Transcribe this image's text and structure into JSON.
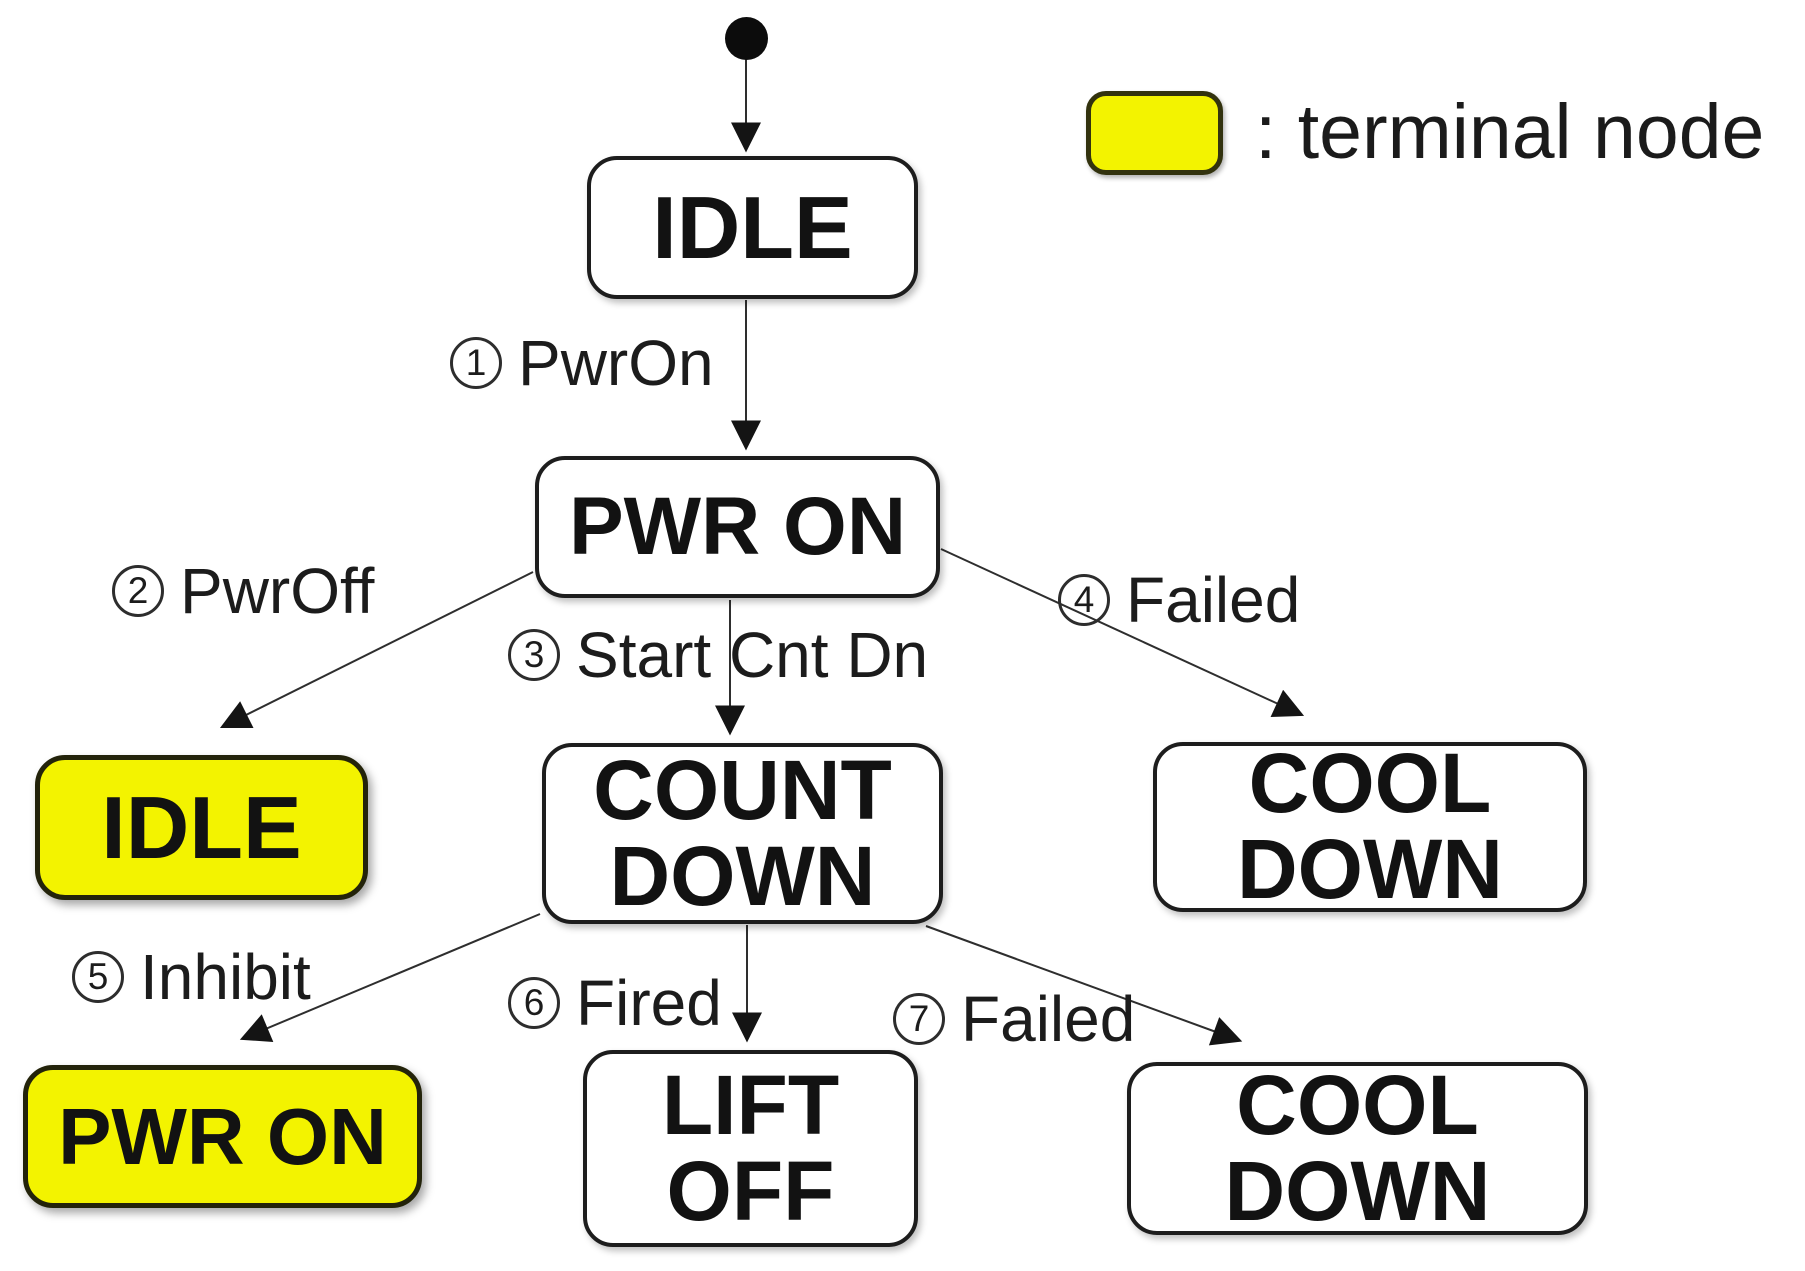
{
  "legend": {
    "label": ": terminal node"
  },
  "colors": {
    "terminal_node_fill": "#f3f300",
    "node_fill": "#ffffff",
    "node_border": "#1d1d1d",
    "arrow": "#2e2e2e"
  },
  "nodes": [
    {
      "label": "IDLE",
      "terminal": false
    },
    {
      "label": "PWR ON",
      "terminal": false
    },
    {
      "label": "IDLE",
      "terminal": true
    },
    {
      "label": "COUNT\nDOWN",
      "terminal": false
    },
    {
      "label": "COOL\nDOWN",
      "terminal": false
    },
    {
      "label": "PWR ON",
      "terminal": true
    },
    {
      "label": "LIFT\nOFF",
      "terminal": false
    },
    {
      "label": "COOL\nDOWN",
      "terminal": false
    }
  ],
  "transitions": [
    {
      "num": "1",
      "label": "PwrOn"
    },
    {
      "num": "2",
      "label": "PwrOff"
    },
    {
      "num": "3",
      "label": "Start Cnt Dn"
    },
    {
      "num": "4",
      "label": "Failed"
    },
    {
      "num": "5",
      "label": "Inhibit"
    },
    {
      "num": "6",
      "label": "Fired"
    },
    {
      "num": "7",
      "label": "Failed"
    }
  ]
}
